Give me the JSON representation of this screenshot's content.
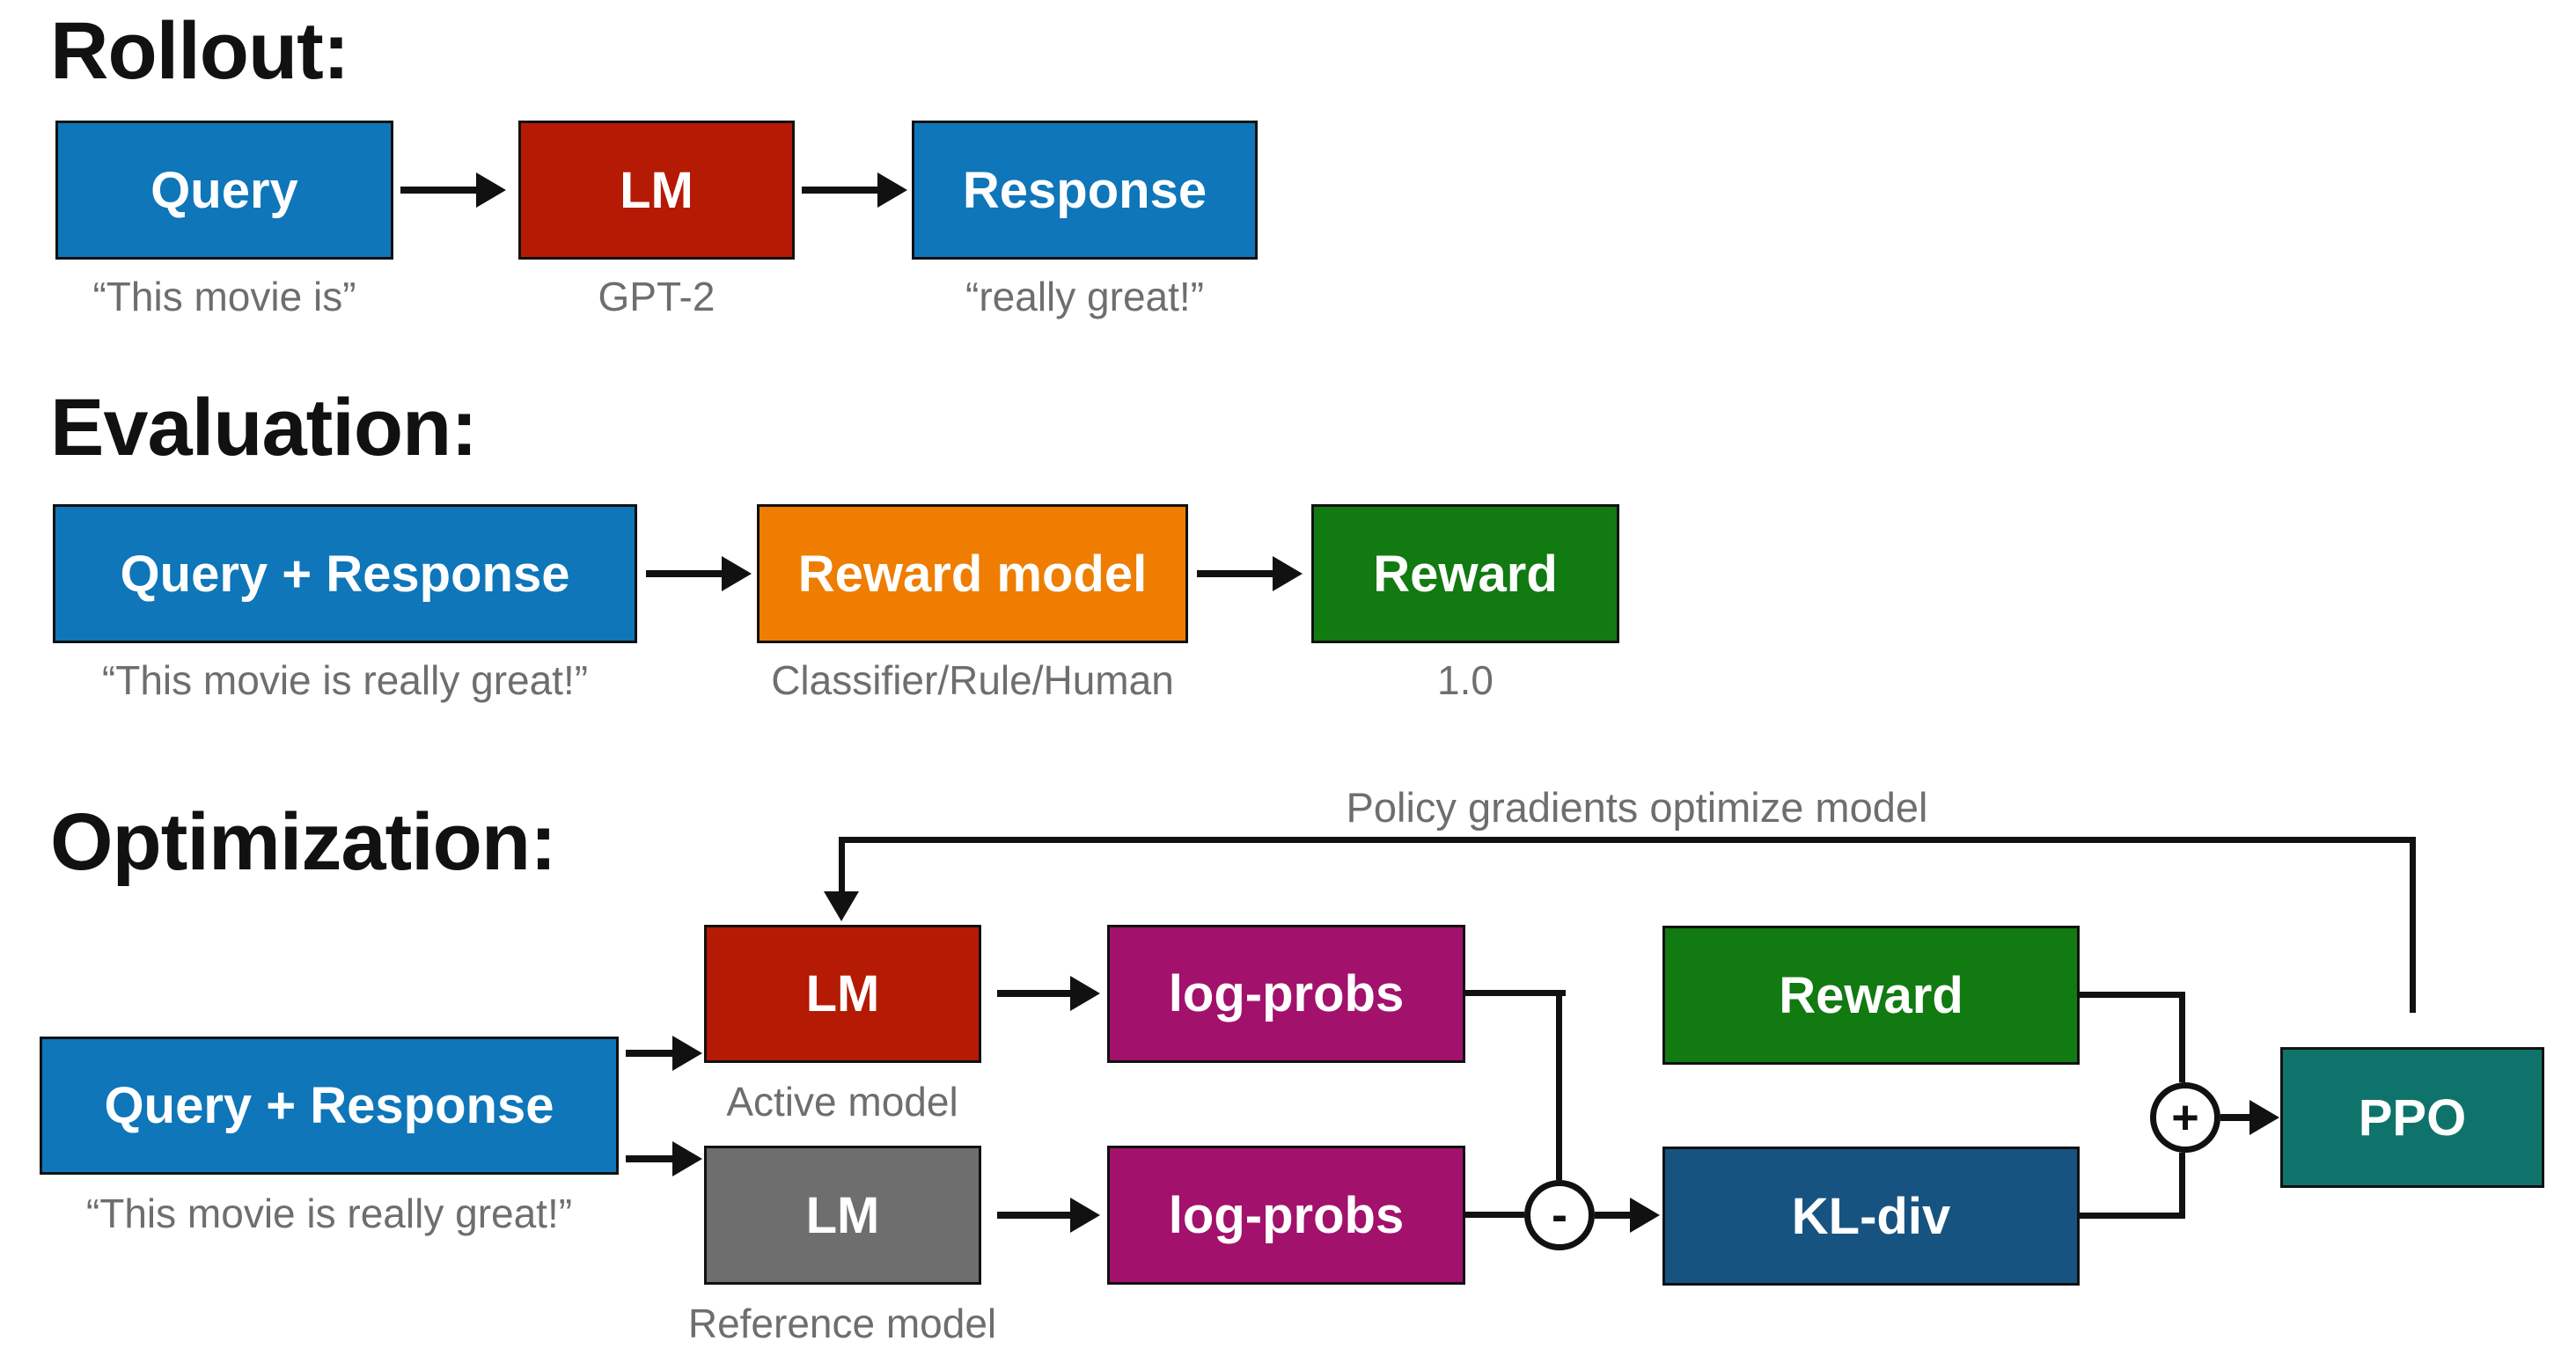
{
  "colors": {
    "blue": "#0e76b9",
    "red": "#b51a04",
    "orange": "#ee7d01",
    "green": "#117a11",
    "gray": "#6e6e6e",
    "magenta": "#a2116b",
    "dark_blue": "#175380",
    "teal": "#0e746b",
    "label_gray": "#6e6e6e",
    "line": "#111111"
  },
  "rollout": {
    "title": "Rollout:",
    "query": {
      "label": "Query",
      "caption": "“This movie is”"
    },
    "lm": {
      "label": "LM",
      "caption": "GPT-2"
    },
    "response": {
      "label": "Response",
      "caption": "“really great!”"
    }
  },
  "evaluation": {
    "title": "Evaluation:",
    "query_response": {
      "label": "Query + Response",
      "caption": "“This movie is really great!”"
    },
    "reward_model": {
      "label": "Reward model",
      "caption": "Classifier/Rule/Human"
    },
    "reward": {
      "label": "Reward",
      "caption": "1.0"
    }
  },
  "optimization": {
    "title": "Optimization:",
    "feedback_label": "Policy gradients optimize model",
    "query_response": {
      "label": "Query + Response",
      "caption": "“This movie is really great!”"
    },
    "active_lm": {
      "label": "LM",
      "caption": "Active model"
    },
    "reference_lm": {
      "label": "LM",
      "caption": "Reference model"
    },
    "logprobs_active": {
      "label": "log-probs"
    },
    "logprobs_reference": {
      "label": "log-probs"
    },
    "reward": {
      "label": "Reward"
    },
    "kl_div": {
      "label": "KL-div"
    },
    "ppo": {
      "label": "PPO"
    },
    "minus_op": "-",
    "plus_op": "+"
  }
}
